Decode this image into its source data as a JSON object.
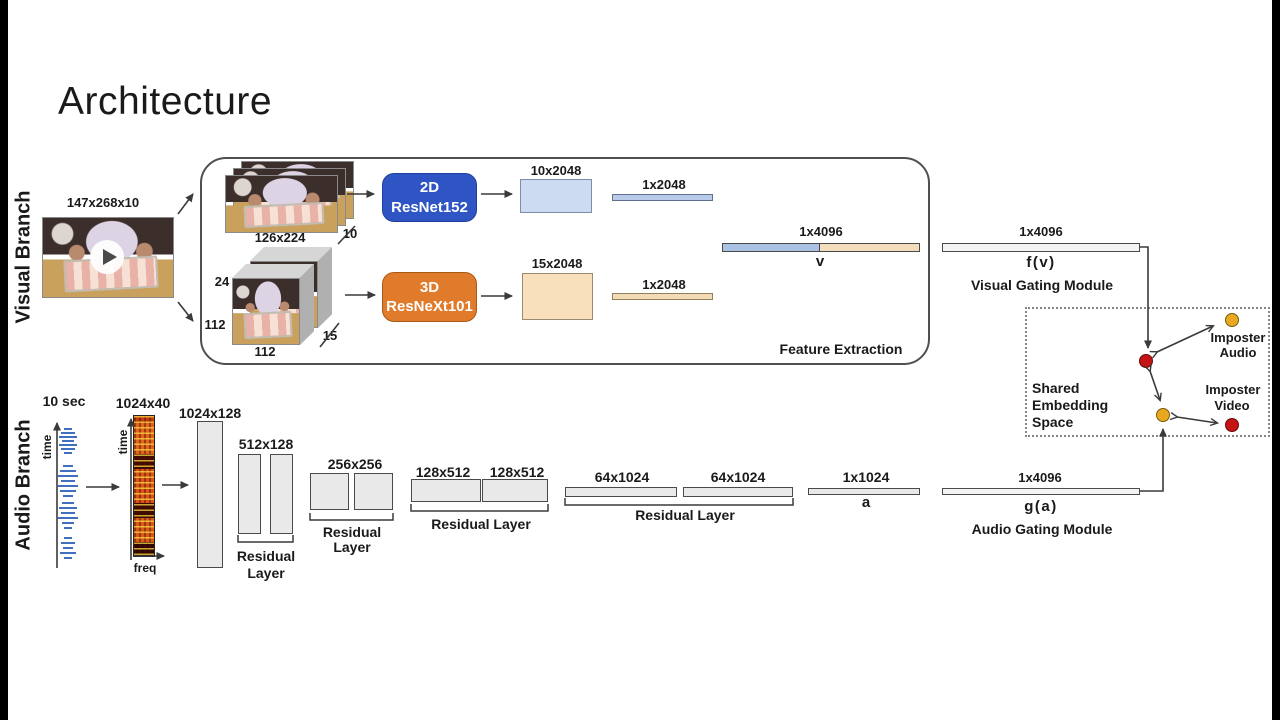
{
  "title": "Architecture",
  "colors": {
    "resnet2d_box": "#2f55c5",
    "resnet3d_box": "#e07b2b",
    "feature_map_2d": "#ccdaf2",
    "feature_vec_2d": "#b9cbe9",
    "feature_map_3d": "#f8e0bd",
    "feature_vec_3d": "#f3dbb5",
    "concat_blue": "#aac3e4",
    "concat_tan": "#f3ddbd",
    "gray_layer": "#e9e9e9",
    "dot_red": "#c41414",
    "dot_yellow": "#e9a81f",
    "waveform_blue": "#3f6fbe",
    "spectrogram_red": "#c84a12"
  },
  "visual_branch": {
    "label": "Visual Branch",
    "input_dims": "147x268x10",
    "frames_dims": "126x224",
    "frames_count": "10",
    "clip_depth": "24",
    "clip_height": "112",
    "clip_width": "112",
    "clip_frames": "15",
    "resnet2d_line1": "2D",
    "resnet2d_line2": "ResNet152",
    "resnet3d_line1": "3D",
    "resnet3d_line2": "ResNeXt101",
    "map2d_dims": "10x2048",
    "vec2d_dims": "1x2048",
    "map3d_dims": "15x2048",
    "vec3d_dims": "1x2048",
    "box_label": "Feature Extraction",
    "concat_dims": "1x4096",
    "concat_symbol": "v",
    "gate_dims": "1x4096",
    "gate_fn": "f(v)",
    "gate_label": "Visual Gating Module"
  },
  "audio_branch": {
    "label": "Audio Branch",
    "input_duration": "10 sec",
    "input_axis": "time",
    "spec_dims": "1024x40",
    "spec_time_axis": "time",
    "spec_freq_axis": "freq",
    "fc_dims": "1024x128",
    "res1_dims": "512x128",
    "res1_label_line1": "Residual",
    "res1_label_line2": "Layer",
    "res2_dims": "256x256",
    "res2_label_line1": "Residual",
    "res2_label_line2": "Layer",
    "res3_dims_a": "128x512",
    "res3_dims_b": "128x512",
    "res3_label": "Residual Layer",
    "res4_dims_a": "64x1024",
    "res4_dims_b": "64x1024",
    "res4_label": "Residual Layer",
    "vec_dims": "1x1024",
    "vec_symbol": "a",
    "gate_dims": "1x4096",
    "gate_fn": "g(a)",
    "gate_label": "Audio Gating Module"
  },
  "embedding": {
    "label_line1": "Shared",
    "label_line2": "Embedding",
    "label_line3": "Space",
    "imposter_audio_line1": "Imposter",
    "imposter_audio_line2": "Audio",
    "imposter_video_line1": "Imposter",
    "imposter_video_line2": "Video"
  }
}
